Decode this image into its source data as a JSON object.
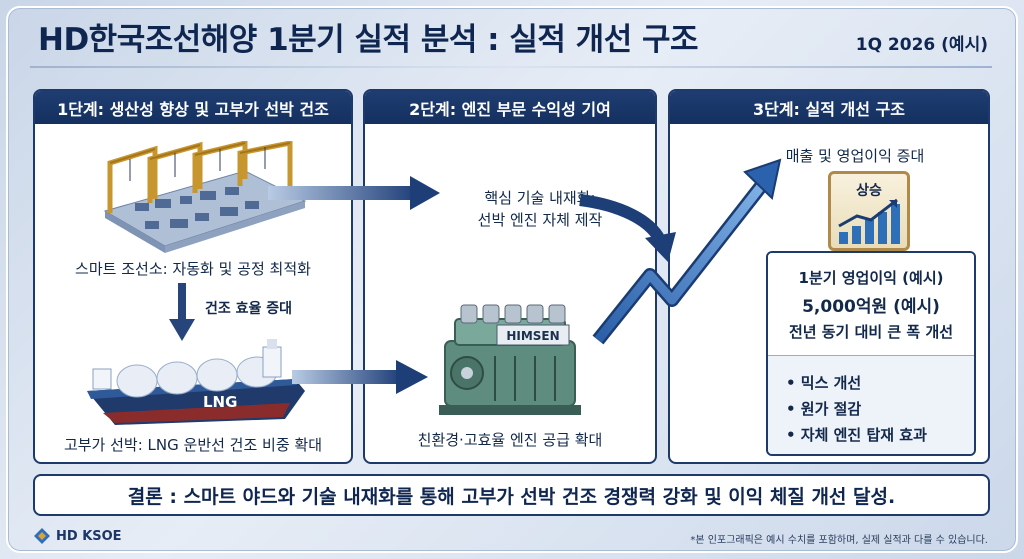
{
  "header": {
    "title": "HD한국조선해양 1분기 실적 분석 : 실적 개선 구조",
    "quarter": "1Q 2026 (예시)"
  },
  "stage1": {
    "title": "1단계: 생산성 향상 및 고부가 선박 건조",
    "shipyard_caption": "스마트 조선소: 자동화 및 공정 최적화",
    "efficiency_label": "건조 효율 증대",
    "ship_caption": "고부가 선박: LNG 운반선 건조 비중 확대",
    "ship_hull_text": "LNG"
  },
  "stage2": {
    "title": "2단계: 엔진 부문 수익성 기여",
    "tech_line1": "핵심 기술 내재화:",
    "tech_line2": "선박 엔진 자체 제작",
    "engine_plate": "HIMSEN",
    "engine_caption": "친환경·고효율 엔진 공급 확대"
  },
  "stage3": {
    "title": "3단계: 실적 개선 구조",
    "growth_label": "매출 및 영업이익 증대",
    "badge": "상승",
    "profit_line1": "1분기 영업이익 (예시)",
    "profit_line2": "5,000억원 (예시)",
    "profit_line3": "전년 동기 대비 큰 폭 개선",
    "bullets": [
      "• 믹스 개선",
      "• 원가 절감",
      "• 자체 엔진 탑재 효과"
    ]
  },
  "conclusion": "결론 : 스마트 야드와 기술 내재화를 통해 고부가 선박 건조 경쟁력 강화 및 이익 체질 개선 달성.",
  "footer": {
    "logo": "HD KSOE",
    "note": "*본 인포그래픽은 예시 수치를 포함하며, 실제 실적과 다를 수 있습니다."
  },
  "colors": {
    "navy": "#1d3a6a",
    "accent_blue": "#2f6fb7",
    "gold": "#b08a4a"
  }
}
